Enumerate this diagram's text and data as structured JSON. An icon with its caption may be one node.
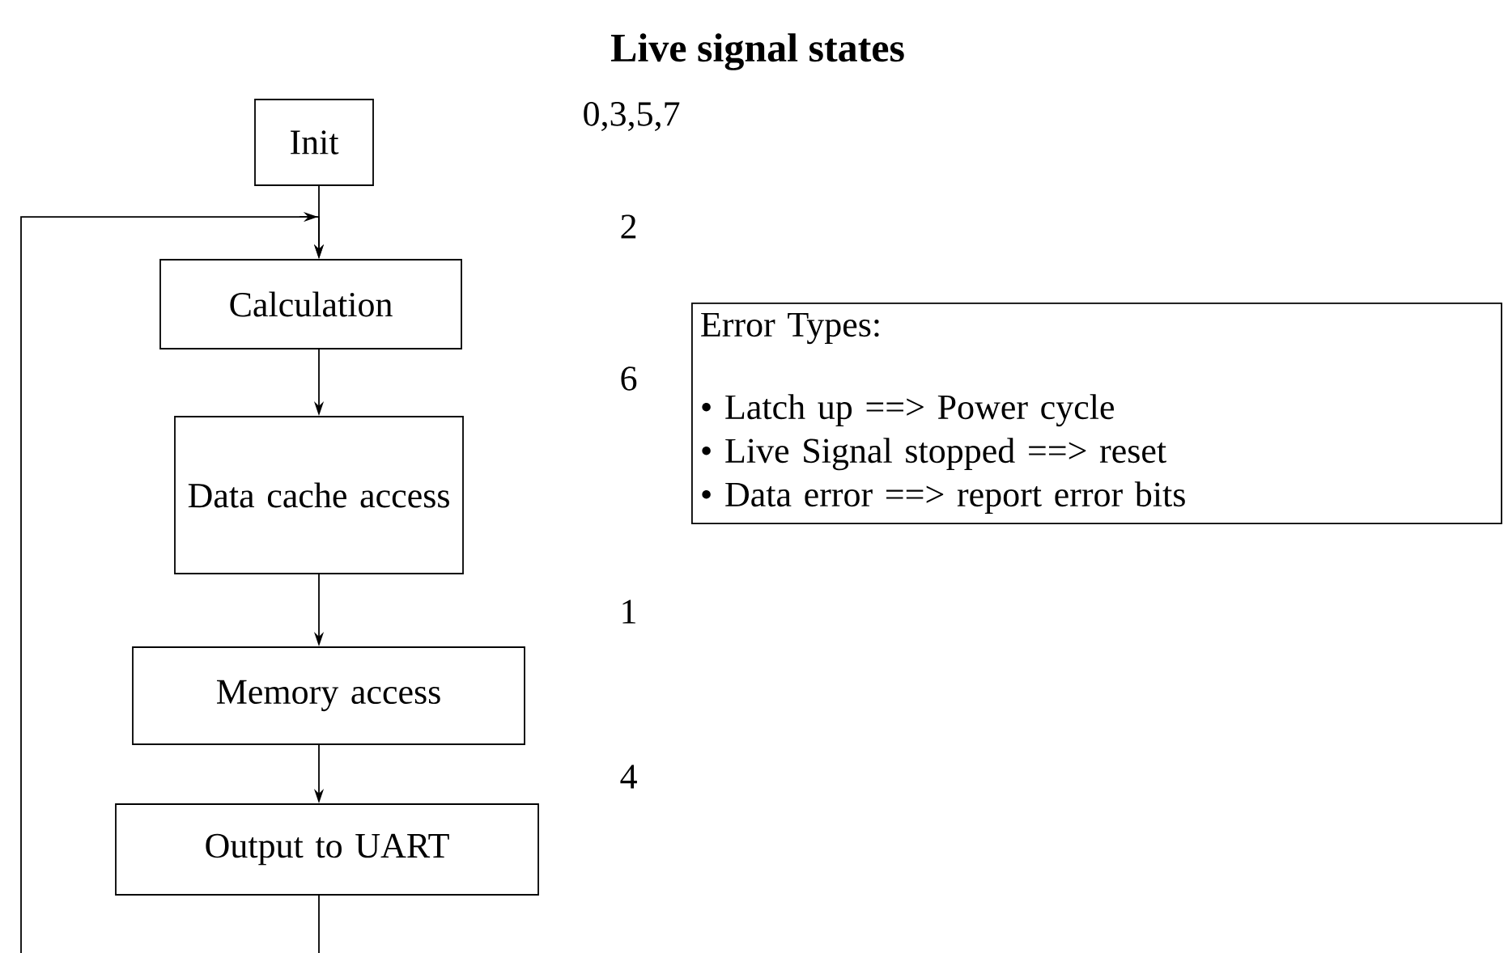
{
  "diagram": {
    "title": "Live signal states",
    "nodes": [
      {
        "text": [
          "Init"
        ]
      },
      {
        "text": [
          "Calculation"
        ]
      },
      {
        "text": [
          "Data cache access"
        ]
      },
      {
        "text": [
          "Memory access"
        ]
      },
      {
        "text": [
          "Output to UART"
        ]
      },
      {
        "text": [
          "Error Types:",
          "• Latch up ==> Power cycle",
          "• Live Signal stopped ==> reset",
          "• Data error ==> report error bits"
        ]
      }
    ],
    "edges": [
      {
        "from": 0,
        "to": 1,
        "arrow": "to"
      },
      {
        "from": 1,
        "to": 2,
        "arrow": "to"
      },
      {
        "from": 2,
        "to": 3,
        "arrow": "to"
      },
      {
        "from": 3,
        "to": 4,
        "arrow": "to"
      },
      {
        "from": 4,
        "to": 1,
        "arrow": "to"
      }
    ],
    "labels": [
      "0,3,5,7",
      "2",
      "6",
      "1",
      "4"
    ]
  }
}
